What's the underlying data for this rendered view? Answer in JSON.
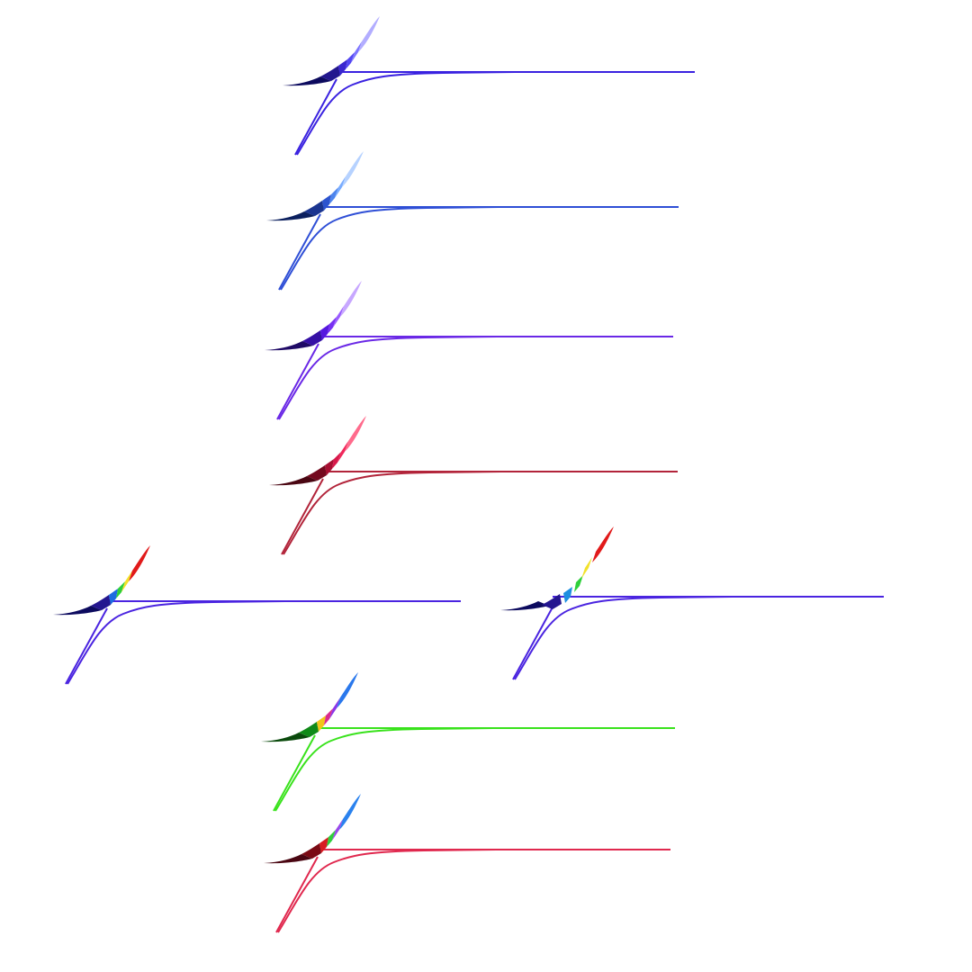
{
  "logos": [
    {
      "id": "blue",
      "stroke": "#3a22e0",
      "wing": [
        "#0c0a5e",
        "#22178e",
        "#3a27cf",
        "#5346f2",
        "#7c74ff",
        "#b2adff"
      ]
    },
    {
      "id": "azure",
      "stroke": "#2f4fd6",
      "wing": [
        "#0b1f5e",
        "#1b3590",
        "#2d54cf",
        "#4d84ec",
        "#79acff",
        "#b6d2ff"
      ]
    },
    {
      "id": "violet",
      "stroke": "#6a28e6",
      "wing": [
        "#1f0a66",
        "#3510a5",
        "#5618df",
        "#7730f2",
        "#9a5cff",
        "#c7a7ff"
      ]
    },
    {
      "id": "crimson",
      "stroke": "#b2243a",
      "wing": [
        "#4a0612",
        "#74091e",
        "#a70f32",
        "#d8184a",
        "#f0275a",
        "#ff6b8c"
      ]
    },
    {
      "id": "rainbow-joined",
      "stroke": "#4a24e0",
      "wing": [
        "#0c0a5e",
        "#24168f",
        "#1e6be0",
        "#2ecf3a",
        "#f2e12a",
        "#e11a1a"
      ]
    },
    {
      "id": "rainbow-exploded",
      "stroke": "#4a24e0",
      "wing": [
        "#0c0a5e",
        "#24168f",
        "#1e8fe0",
        "#2ecf3a",
        "#f2e12a",
        "#e11a1a"
      ],
      "exploded": true
    },
    {
      "id": "green",
      "stroke": "#39e21c",
      "wing": [
        "#0a4a0c",
        "#108a18",
        "#f2c51a",
        "#d92b8f",
        "#8a35e8",
        "#2a78ec"
      ]
    },
    {
      "id": "red-blue",
      "stroke": "#e0284e",
      "wing": [
        "#4a0612",
        "#7a0a14",
        "#d81c22",
        "#2ecf3a",
        "#9a46ea",
        "#2a82ee"
      ]
    }
  ]
}
